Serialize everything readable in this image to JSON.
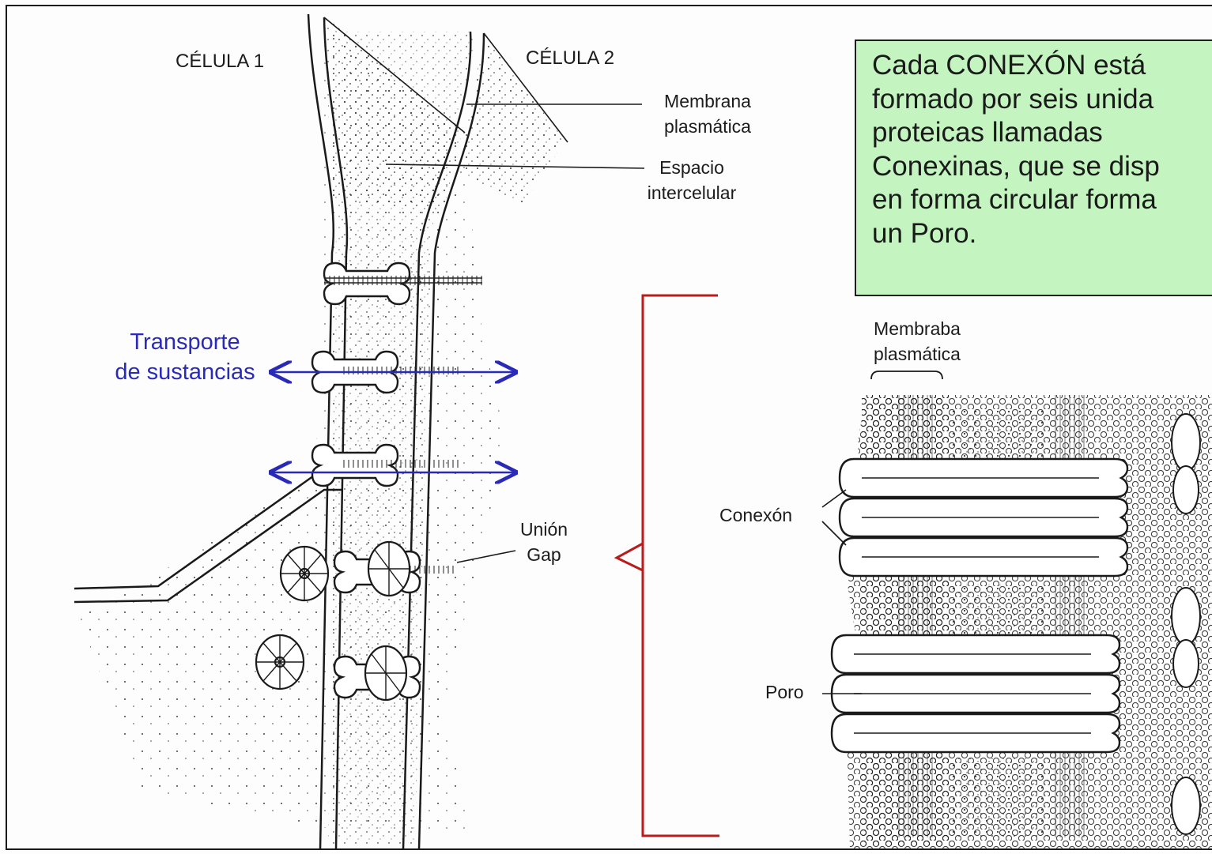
{
  "labels": {
    "cell1": "CÉLULA 1",
    "cell2": "CÉLULA 2",
    "membrane_line1": "Membrana",
    "membrane_line2": "plasmática",
    "space_line1": "Espacio",
    "space_line2": "intercelular",
    "transport_line1": "Transporte",
    "transport_line2": "de sustancias",
    "gap_line1": "Unión",
    "gap_line2": "Gap",
    "membraba_line1": "Membraba",
    "membraba_line2": "plasmática",
    "connexon": "Conexón",
    "pore": "Poro"
  },
  "note": {
    "lines": [
      "Cada CONEXÓN está",
      "formado por seis unida",
      "proteicas llamadas",
      "Conexinas, que se disp",
      "en forma circular forma",
      "un Poro."
    ]
  },
  "colors": {
    "note_background": "#c4f5c0",
    "transport_arrow": "#2a2ab8",
    "bracket": "#b81c1c"
  }
}
